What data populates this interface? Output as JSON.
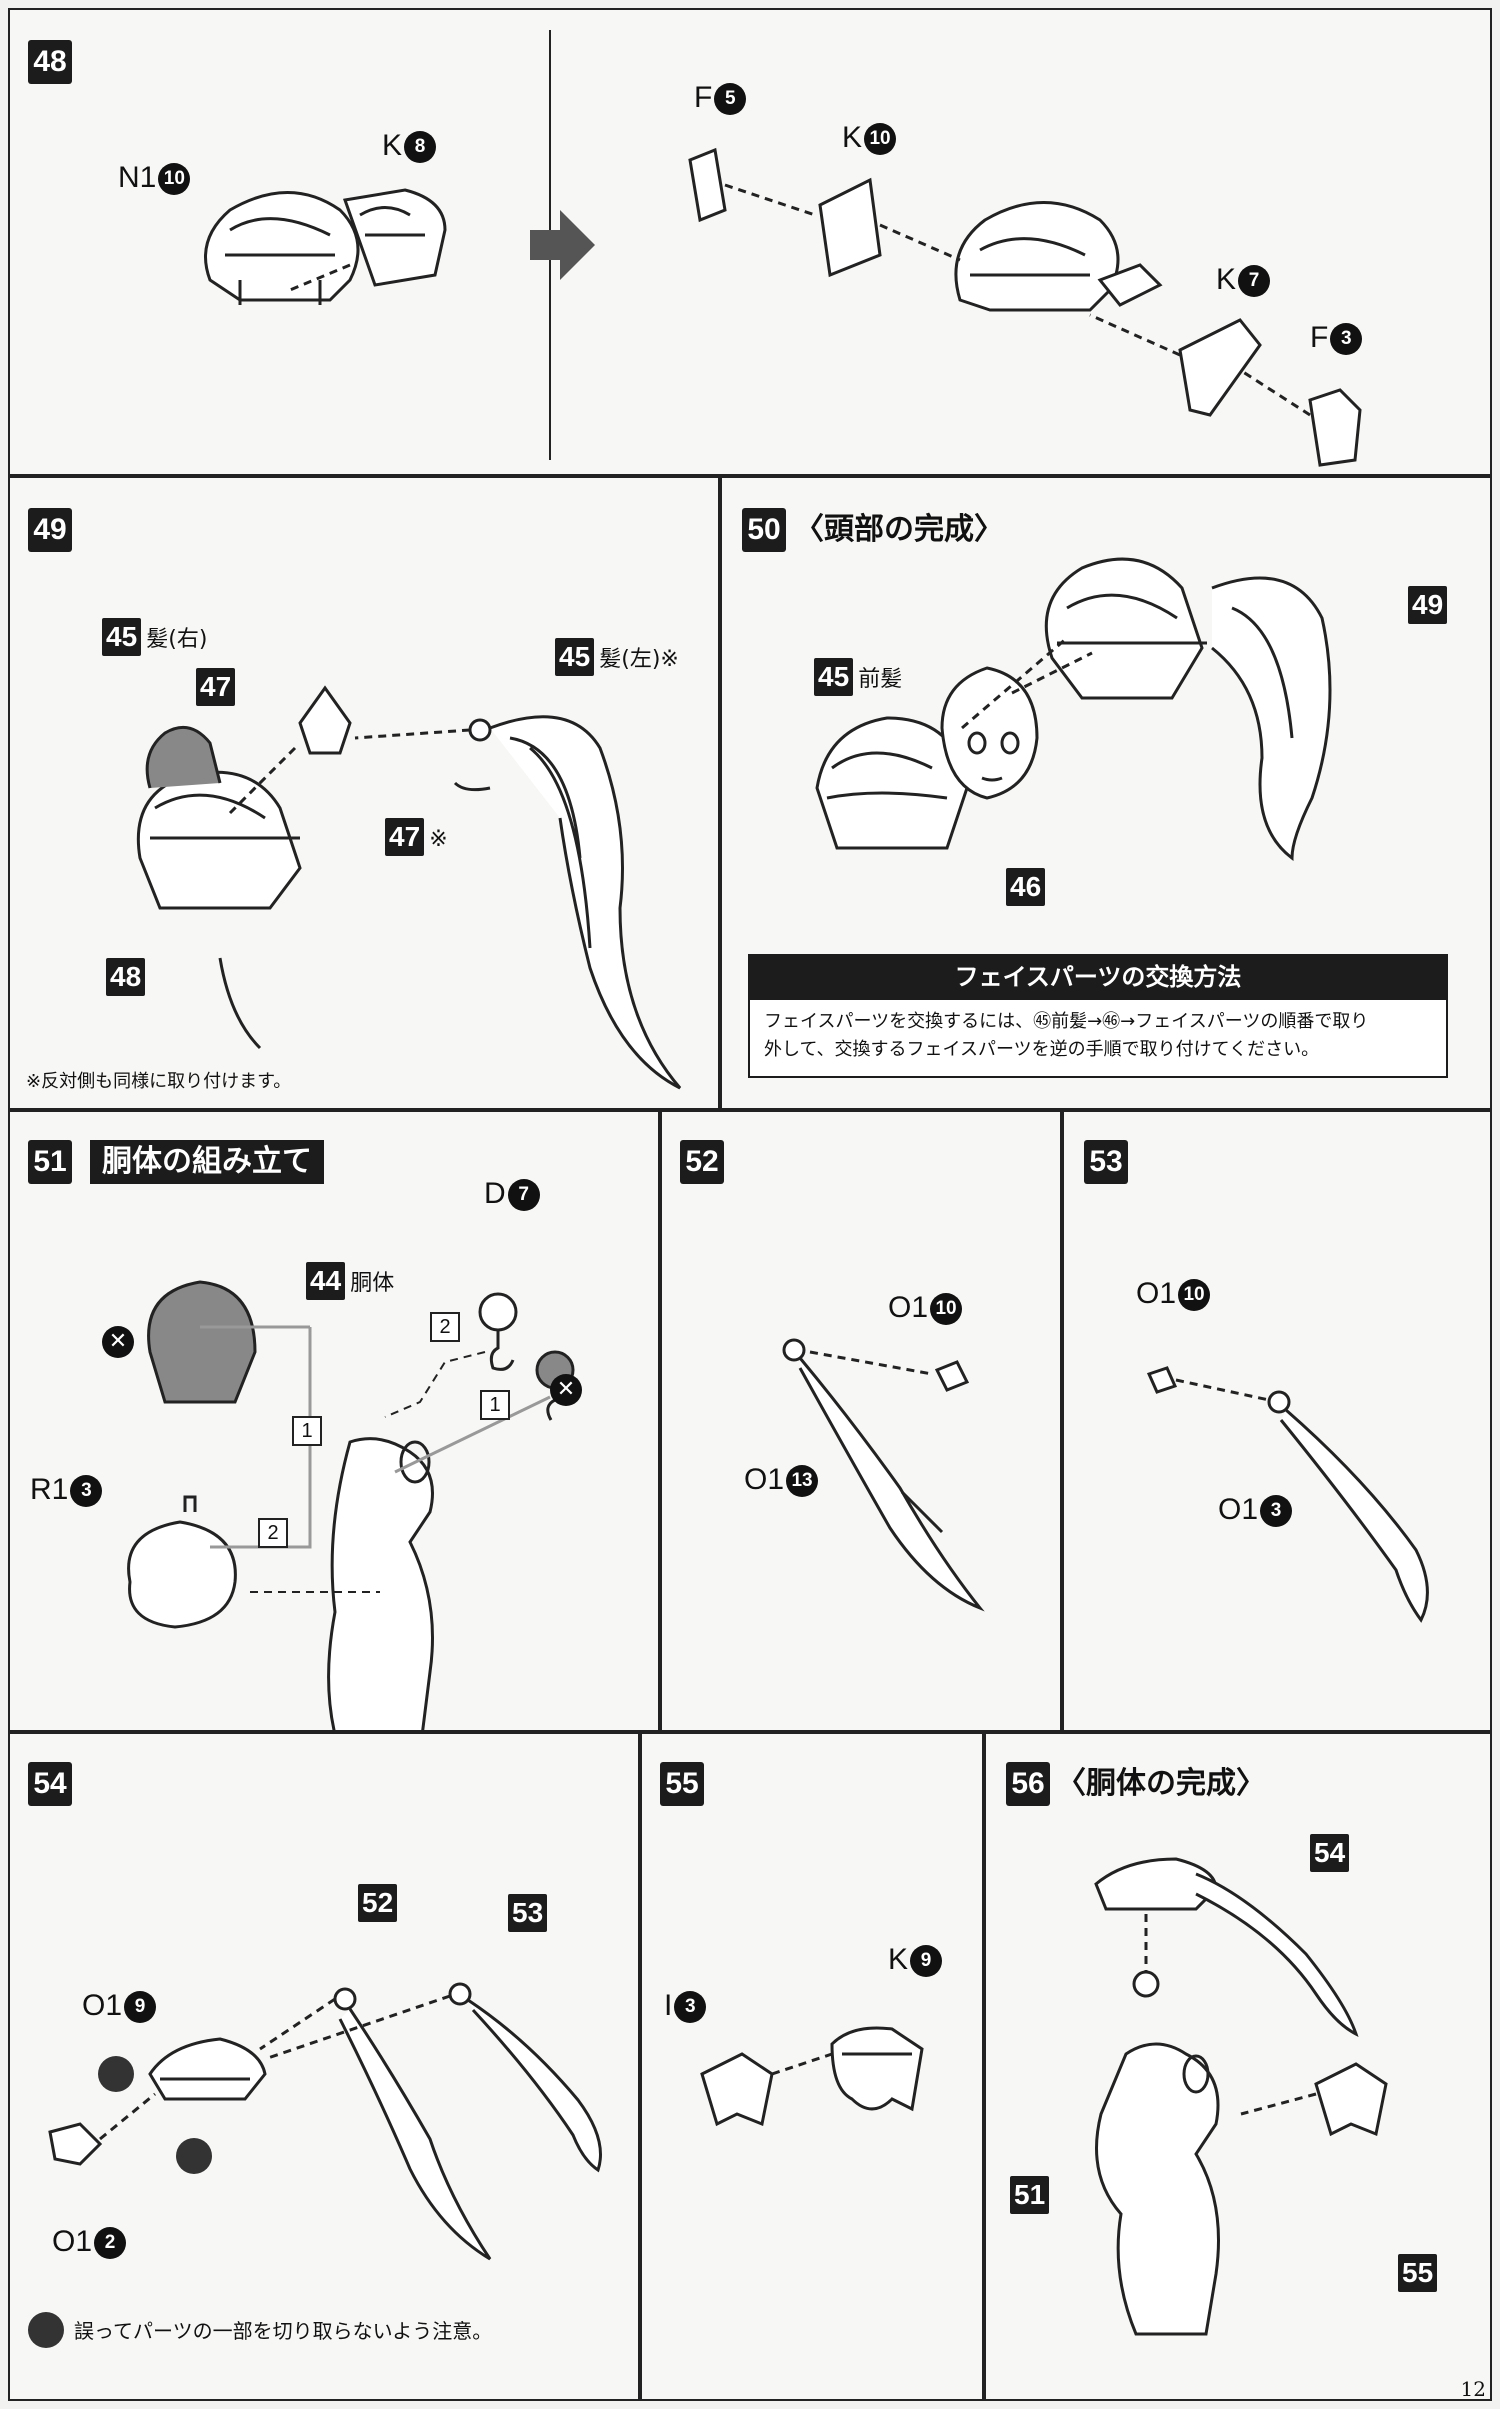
{
  "page_number": "12",
  "step48": {
    "num": "48",
    "parts": [
      {
        "letter": "N1",
        "num": "10"
      },
      {
        "letter": "K",
        "num": "8"
      },
      {
        "letter": "F",
        "num": "5"
      },
      {
        "letter": "K",
        "num": "10"
      },
      {
        "letter": "K",
        "num": "7"
      },
      {
        "letter": "F",
        "num": "3"
      }
    ]
  },
  "step49": {
    "num": "49",
    "labels": [
      {
        "box": "45",
        "text": "髪(右)"
      },
      {
        "box": "47",
        "text": ""
      },
      {
        "box": "45",
        "text": "髪(左)※"
      },
      {
        "box": "47",
        "text": "※"
      },
      {
        "box": "48",
        "text": ""
      }
    ],
    "note": "※反対側も同様に取り付けます。"
  },
  "step50": {
    "num": "50",
    "title": "〈頭部の完成〉",
    "labels": [
      {
        "box": "45",
        "text": "前髪"
      },
      {
        "box": "46",
        "text": ""
      },
      {
        "box": "49",
        "text": ""
      }
    ],
    "info_title": "フェイスパーツの交換方法",
    "info_line1": "フェイスパーツを交換するには、㊺前髪→㊻→フェイスパーツの順番で取り",
    "info_line2": "外して、交換するフェイスパーツを逆の手順で取り付けてください。"
  },
  "step51": {
    "num": "51",
    "title": "胴体の組み立て",
    "body_box": "44",
    "body_text": "胴体",
    "parts": [
      {
        "letter": "D",
        "num": "7"
      },
      {
        "letter": "R1",
        "num": "3"
      }
    ],
    "order_marks": [
      "2",
      "1",
      "1",
      "2"
    ]
  },
  "step52": {
    "num": "52",
    "parts": [
      {
        "letter": "O1",
        "num": "10"
      },
      {
        "letter": "O1",
        "num": "13"
      }
    ]
  },
  "step53": {
    "num": "53",
    "parts": [
      {
        "letter": "O1",
        "num": "10"
      },
      {
        "letter": "O1",
        "num": "3"
      }
    ]
  },
  "step54": {
    "num": "54",
    "parts": [
      {
        "letter": "O1",
        "num": "9"
      },
      {
        "letter": "O1",
        "num": "2"
      }
    ],
    "boxes": [
      "52",
      "53"
    ],
    "caution": "誤ってパーツの一部を切り取らないよう注意。"
  },
  "step55": {
    "num": "55",
    "parts": [
      {
        "letter": "I",
        "num": "3"
      },
      {
        "letter": "K",
        "num": "9"
      }
    ]
  },
  "step56": {
    "num": "56",
    "title": "〈胴体の完成〉",
    "boxes": [
      "54",
      "51",
      "55"
    ]
  }
}
